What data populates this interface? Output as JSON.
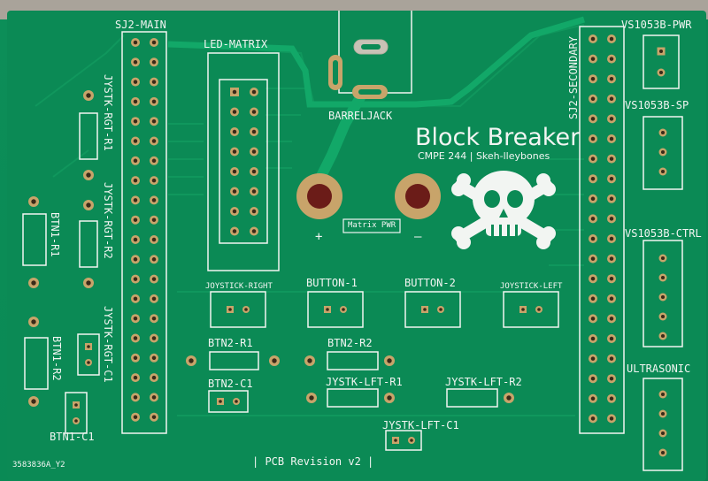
{
  "board": {
    "title": "Block Breaker",
    "subtitle": "CMPE 244 | Skeh-lleybones",
    "revision": "| PCB Revision v2 |",
    "part_number": "3583836A_Y2",
    "colors": {
      "solder_mask": "#0b8a55",
      "silkscreen": "#f2f5f2",
      "copper_pad": "#c8a46a",
      "trace": "#12a868"
    }
  },
  "labels": {
    "sj2_main": "SJ2-MAIN",
    "sj2_secondary": "SJ2-SECONDARY",
    "led_matrix": "LED-MATRIX",
    "barreljack": "BARRELJACK",
    "matrix_pwr": "Matrix PWR",
    "plus": "+",
    "minus": "–",
    "vs1053b_pwr": "VS1053B-PWR",
    "vs1053b_sp": "VS1053B-SP",
    "vs1053b_ctrl": "VS1053B-CTRL",
    "ultrasonic": "ULTRASONIC",
    "joystick_right": "JOYSTICK-RIGHT",
    "joystick_left": "JOYSTICK-LEFT",
    "button_1": "BUTTON-1",
    "button_2": "BUTTON-2",
    "btn2_r1": "BTN2-R1",
    "btn2_r2": "BTN2-R2",
    "btn2_c1": "BTN2-C1",
    "jystk_lft_r1": "JYSTK-LFT-R1",
    "jystk_lft_r2": "JYSTK-LFT-R2",
    "jystk_lft_c1": "JYSTK-LFT-C1",
    "jystk_rgt_r1": "JYSTK-RGT-R1",
    "jystk_rgt_r2": "JYSTK-RGT-R2",
    "jystk_rgt_c1": "JYSTK-RGT-C1",
    "btn1_r1": "BTN1-R1",
    "btn1_r2": "BTN1-R2",
    "btn1_c1": "BTN1-C1"
  },
  "icons": {
    "logo": "skull-crossbones-icon"
  }
}
